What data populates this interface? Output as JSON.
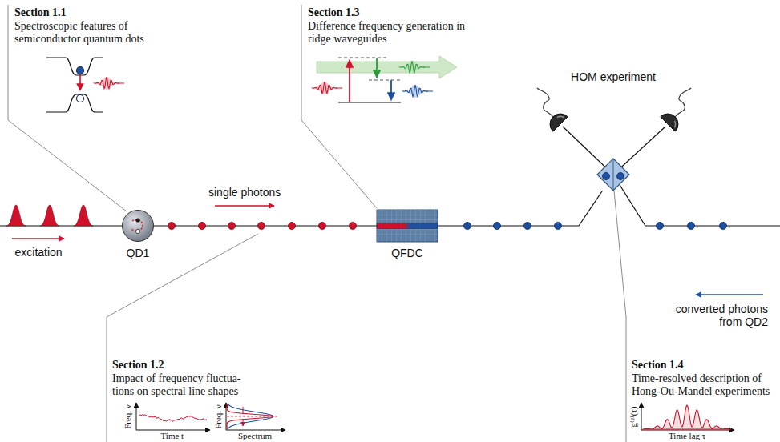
{
  "diagram": {
    "nodes": [
      {
        "text": [
          "QD1"
        ]
      },
      {
        "text": [
          "QFDC"
        ]
      },
      {
        "text": [
          "HOM experiment"
        ]
      }
    ],
    "edges": [
      {
        "from": 0,
        "to": 1,
        "arrow": "none"
      },
      {
        "from": 1,
        "to": 2,
        "arrow": "none"
      }
    ],
    "labels": [
      "Section 1.1",
      "Spectroscopic features of semiconductor quantum dots",
      "Section 1.3",
      "Difference frequency generation in ridge waveguides",
      "single photons",
      "excitation",
      "converted photons from QD2",
      "Section 1.2",
      "Impact of frequency fluctua- tions on spectral line shapes",
      "Freq. ν",
      "Time t",
      "Freq. ν",
      "Spectrum",
      "Section 1.4",
      "Time-resolved description of Hong-Ou-Mandel experiments",
      "g⁽²⁾(τ)",
      "Time lag τ"
    ]
  }
}
